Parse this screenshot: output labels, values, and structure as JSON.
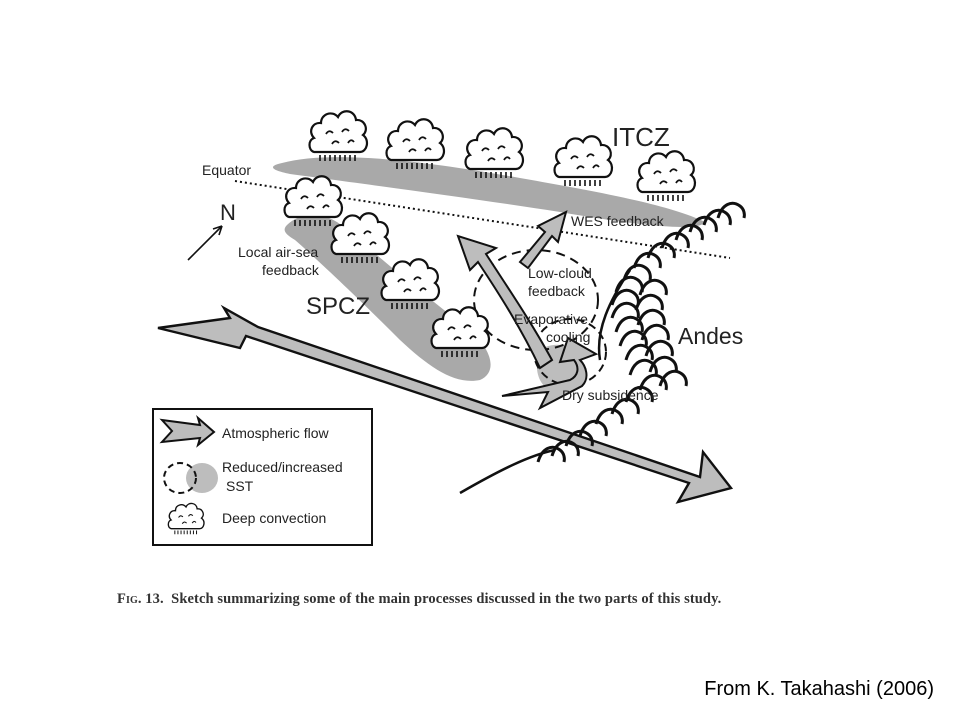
{
  "diagram": {
    "labels": {
      "itcz": "ITCZ",
      "equator": "Equator",
      "north": "N",
      "local_feedback_line1": "Local air-sea",
      "local_feedback_line2": "feedback",
      "spcz": "SPCZ",
      "wes_feedback": "WES feedback",
      "low_cloud_line1": "Low-cloud",
      "low_cloud_line2": "feedback",
      "evap_line1": "Evaporative",
      "evap_line2": "cooling",
      "andes": "Andes",
      "dry_subsidence": "Dry subsidence"
    },
    "legend": {
      "atmospheric_flow": "Atmospheric flow",
      "sst_line1": "Reduced/increased",
      "sst_line2": "SST",
      "deep_convection": "Deep convection"
    },
    "colors": {
      "shading": "#a9a9a9",
      "arrow_fill": "#bdbdbd",
      "ink": "#111111"
    }
  },
  "caption": {
    "fig_label": "Fig. 13.",
    "text": "Sketch summarizing some of the main processes discussed in the two parts of this study."
  },
  "credit": "From K. Takahashi (2006)"
}
